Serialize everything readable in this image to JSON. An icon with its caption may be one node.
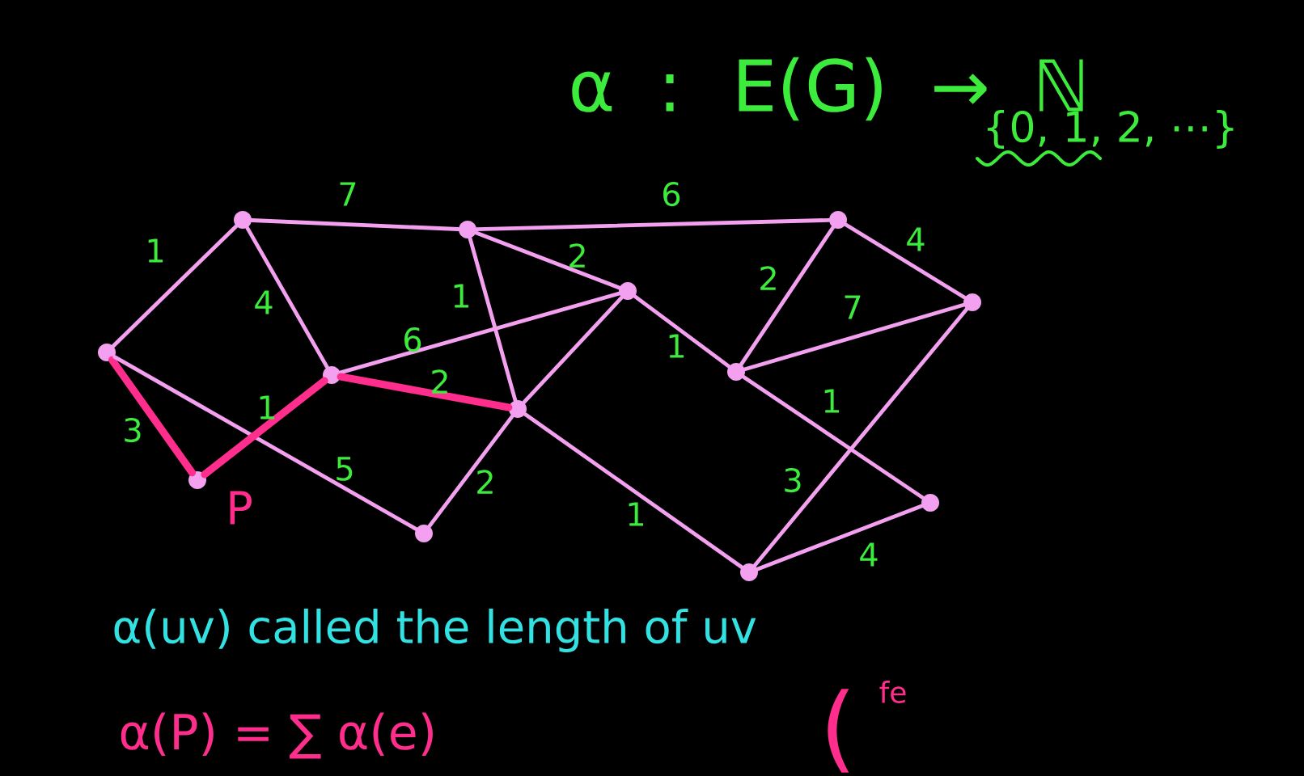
{
  "diagram": {
    "nodes": [
      {
        "text": [],
        "shape": "circle"
      },
      {
        "text": [],
        "shape": "circle"
      },
      {
        "text": [],
        "shape": "circle"
      },
      {
        "text": [],
        "shape": "circle"
      },
      {
        "text": [],
        "shape": "circle"
      },
      {
        "text": [],
        "shape": "circle"
      },
      {
        "text": [],
        "shape": "circle"
      },
      {
        "text": [],
        "shape": "circle"
      },
      {
        "text": [],
        "shape": "circle"
      },
      {
        "text": [],
        "shape": "circle"
      },
      {
        "text": [],
        "shape": "circle"
      },
      {
        "text": [],
        "shape": "circle"
      },
      {
        "text": [],
        "shape": "circle"
      }
    ],
    "edges": [
      {
        "from": 0,
        "to": 2,
        "arrow": "none",
        "label": "1"
      },
      {
        "from": 0,
        "to": 1,
        "arrow": "none",
        "label": "3",
        "style": "thick",
        "color": "#ff2d8c"
      },
      {
        "from": 0,
        "to": 4,
        "arrow": "none",
        "label": "5"
      },
      {
        "from": 2,
        "to": 5,
        "arrow": "none",
        "label": "7"
      },
      {
        "from": 2,
        "to": 3,
        "arrow": "none",
        "label": "4"
      },
      {
        "from": 1,
        "to": 3,
        "arrow": "none",
        "label": "1",
        "style": "thick",
        "color": "#ff2d8c"
      },
      {
        "from": 3,
        "to": 7,
        "arrow": "none",
        "label": "6"
      },
      {
        "from": 3,
        "to": 6,
        "arrow": "none",
        "label": "2",
        "style": "thick",
        "color": "#ff2d8c"
      },
      {
        "from": 5,
        "to": 6,
        "arrow": "none",
        "label": "1"
      },
      {
        "from": 5,
        "to": 7,
        "arrow": "none",
        "label": "2"
      },
      {
        "from": 5,
        "to": 10,
        "arrow": "none",
        "label": "6"
      },
      {
        "from": 6,
        "to": 7,
        "arrow": "none"
      },
      {
        "from": 6,
        "to": 4,
        "arrow": "none",
        "label": "2"
      },
      {
        "from": 6,
        "to": 9,
        "arrow": "none",
        "label": "1"
      },
      {
        "from": 7,
        "to": 8,
        "arrow": "none",
        "label": "1"
      },
      {
        "from": 8,
        "to": 10,
        "arrow": "none",
        "label": "2"
      },
      {
        "from": 8,
        "to": 12,
        "arrow": "none",
        "label": "7"
      },
      {
        "from": 8,
        "to": 11,
        "arrow": "none",
        "label": "1"
      },
      {
        "from": 10,
        "to": 12,
        "arrow": "none",
        "label": "4"
      },
      {
        "from": 12,
        "to": 9,
        "arrow": "none",
        "label": "3"
      },
      {
        "from": 9,
        "to": 11,
        "arrow": "none",
        "label": "4"
      }
    ],
    "labels": [
      "α : E(G) → ℕ",
      "{0, 1, 2, ⋯}",
      "P",
      "α(uv) called the length of uv",
      "α(P) = ∑ α(e)",
      "(",
      "fe"
    ]
  }
}
